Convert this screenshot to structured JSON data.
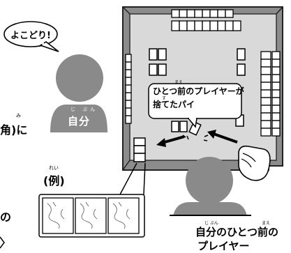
{
  "speech_bubble": {
    "text": "よこどり!"
  },
  "self": {
    "label": "自分",
    "ruby": "じ ぶん"
  },
  "example": {
    "label": "(例)",
    "ruby": "れい"
  },
  "left_fragments": {
    "upper": "角)に",
    "upper_ruby": "み",
    "lower": "の"
  },
  "callout": {
    "line1": "ひとつ前のプレイヤーが",
    "line2": "捨てたパイ",
    "ruby_mae": "まえ",
    "ruby_su": "す"
  },
  "previous_player": {
    "line1": "自分のひとつ前の",
    "line2": "プレイヤー",
    "ruby_jibun": "じ ぶん",
    "ruby_mae": "まえ"
  },
  "colors": {
    "table_felt": "#d9d9d9",
    "table_rim": "#8c8c8c",
    "figure_gray": "#8a8a8a",
    "ink": "#000000"
  }
}
